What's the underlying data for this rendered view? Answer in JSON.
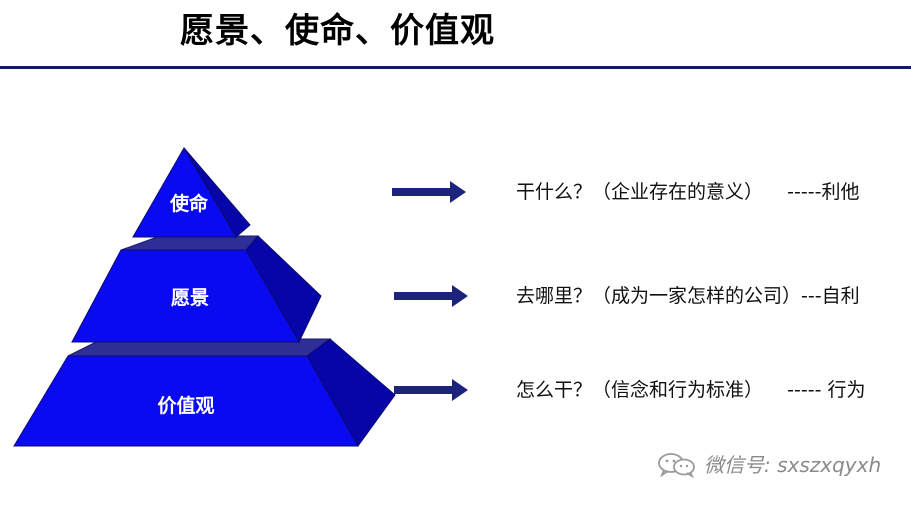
{
  "title": "愿景、使命、价值观",
  "pyramid": {
    "levels": [
      {
        "label": "使命"
      },
      {
        "label": "愿景"
      },
      {
        "label": "价值观"
      }
    ]
  },
  "rows": [
    {
      "text": "干什么？（企业存在的意义）    -----利他"
    },
    {
      "text": "去哪里？（成为一家怎样的公司）---自利"
    },
    {
      "text": "怎么干？（信念和行为标准）    ----- 行为"
    }
  ],
  "watermark": {
    "icon": "wechat-icon",
    "text": "微信号: sxszxqyxh"
  },
  "colors": {
    "pyramid_front": "#0a0af0",
    "pyramid_side": "#0606a8",
    "pyramid_top": "#2e2e96",
    "arrow": "#1c237a",
    "rule": "#141a5c"
  }
}
